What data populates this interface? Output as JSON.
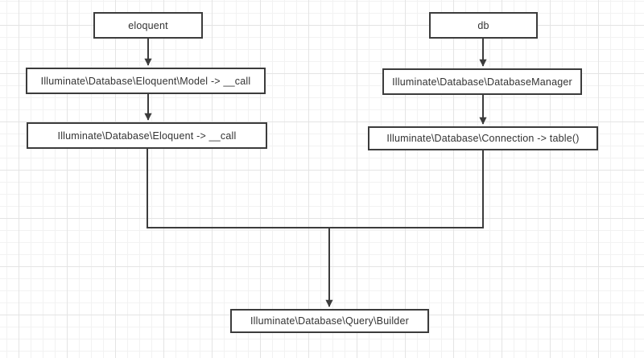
{
  "diagram": {
    "type": "flowchart",
    "colors": {
      "background": "#ffffff",
      "grid_minor": "#f2f2f2",
      "grid_major": "#e4e4e4",
      "box_border": "#3c3c3c",
      "box_fill": "#ffffff",
      "line": "#3c3c3c",
      "text": "#333333"
    },
    "nodes": [
      {
        "id": "eloquent",
        "label": "eloquent"
      },
      {
        "id": "model-call",
        "label": "Illuminate\\Database\\Eloquent\\Model -> __call"
      },
      {
        "id": "eloquent-call",
        "label": "Illuminate\\Database\\Eloquent -> __call"
      },
      {
        "id": "db",
        "label": "db"
      },
      {
        "id": "db-manager",
        "label": "Illuminate\\Database\\DatabaseManager"
      },
      {
        "id": "connection",
        "label": "Illuminate\\Database\\Connection -> table()"
      },
      {
        "id": "builder",
        "label": "Illuminate\\Database\\Query\\Builder"
      }
    ],
    "edges": [
      {
        "from": "eloquent",
        "to": "model-call",
        "arrow": true
      },
      {
        "from": "model-call",
        "to": "eloquent-call",
        "arrow": true
      },
      {
        "from": "db",
        "to": "db-manager",
        "arrow": true
      },
      {
        "from": "db-manager",
        "to": "connection",
        "arrow": true
      },
      {
        "from": "eloquent-call",
        "to": "builder",
        "arrow": true
      },
      {
        "from": "connection",
        "to": "builder",
        "arrow": true
      }
    ]
  }
}
